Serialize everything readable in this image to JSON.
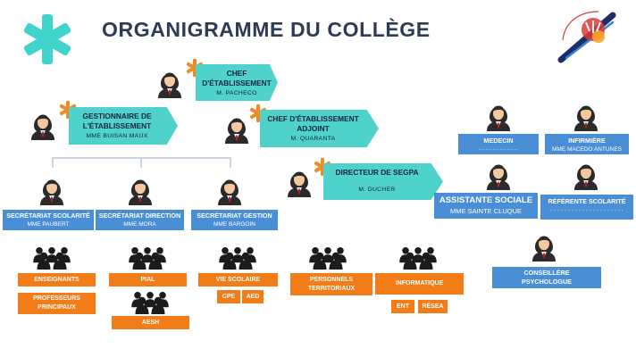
{
  "title": "ORGANIGRAMME DU COLLÈGE",
  "colors": {
    "teal": "#4ed2cb",
    "blue": "#4a8fd5",
    "orange": "#f27c17",
    "star": "#f08a24",
    "title": "#2b3c57",
    "big_asterisk": "#3fd4cc"
  },
  "icons": {
    "big": "asterisk-icon",
    "star": "asterisk-icon",
    "person": "person-icon",
    "group": "group-icon",
    "logo": "college-logo"
  },
  "direction": {
    "chef": {
      "title_line1": "CHEF",
      "title_line2": "D'ÉTABLISSEMENT",
      "name": "M. PACHECO"
    },
    "gestionnaire": {
      "title_line1": "GESTIONNAIRE DE",
      "title_line2": "L'ÉTABLISSEMENT",
      "name": "MME BUISAN MAUX"
    },
    "adjoint": {
      "title_line1": "CHEF D'ÉTABLISSEMENT",
      "title_line2": "ADJOINT",
      "name": "M. QUARANTA"
    },
    "segpa": {
      "title": "DIRECTEUR DE SEGPA",
      "name": "M. DUCHER"
    }
  },
  "secretariats": [
    {
      "title": "SECRÉTARIAT SCOLARITÉ",
      "name": "MME PAUBERT"
    },
    {
      "title": "SECRÉTARIAT DIRECTION",
      "name": "MME MORA"
    },
    {
      "title": "SECRÉTARIAT GESTION",
      "name": "MME BARGOIN"
    }
  ],
  "medico_social": {
    "medecin": {
      "title": "MEDECIN",
      "name": "................."
    },
    "infirmiere": {
      "title": "INFIRMIÈRE",
      "name": "MME MACEDO ANTUNES"
    },
    "assistante": {
      "title": "ASSISTANTE SOCIALE",
      "name": "MME SAINTE CLUQUE"
    },
    "referente": {
      "title": "RÉFÉRENTE SCOLARITÉ",
      "name": "..............................."
    },
    "conseillere": {
      "title_line1": "CONSEILLÈRE",
      "title_line2": "PSYCHOLOGUE"
    }
  },
  "services": {
    "enseignants": "ENSEIGNANTS",
    "profs_line1": "PROFESSEURS",
    "profs_line2": "PRINCIPAUX",
    "pial": "PIAL",
    "aesh": "AESH",
    "vie_scolaire": "VIE SCOLAIRE",
    "cpe": "CPE",
    "aed": "AED",
    "personnels_line1": "PERSONNELS",
    "personnels_line2": "TERRITORIAUX",
    "informatique": "INFORMATIQUE",
    "ent": "ENT",
    "reseau": "RÉSEA"
  }
}
